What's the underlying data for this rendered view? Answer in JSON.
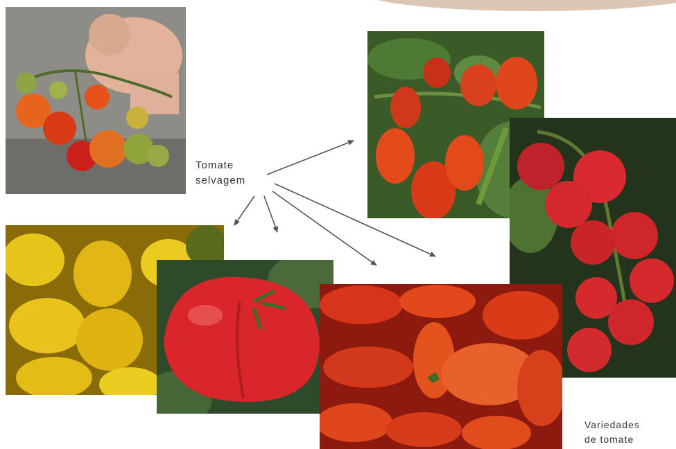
{
  "labels": {
    "wild_line1": "Tomate",
    "wild_line2": "selvagem",
    "varieties_line1": "Variedades",
    "varieties_line2": "de tomate"
  },
  "colors": {
    "arrow": "#555555",
    "red_tomato": "#d8241a",
    "orange_tomato": "#e8521a",
    "yellow_tomato": "#e8c21a",
    "leaf_green": "#3d6b2a"
  }
}
